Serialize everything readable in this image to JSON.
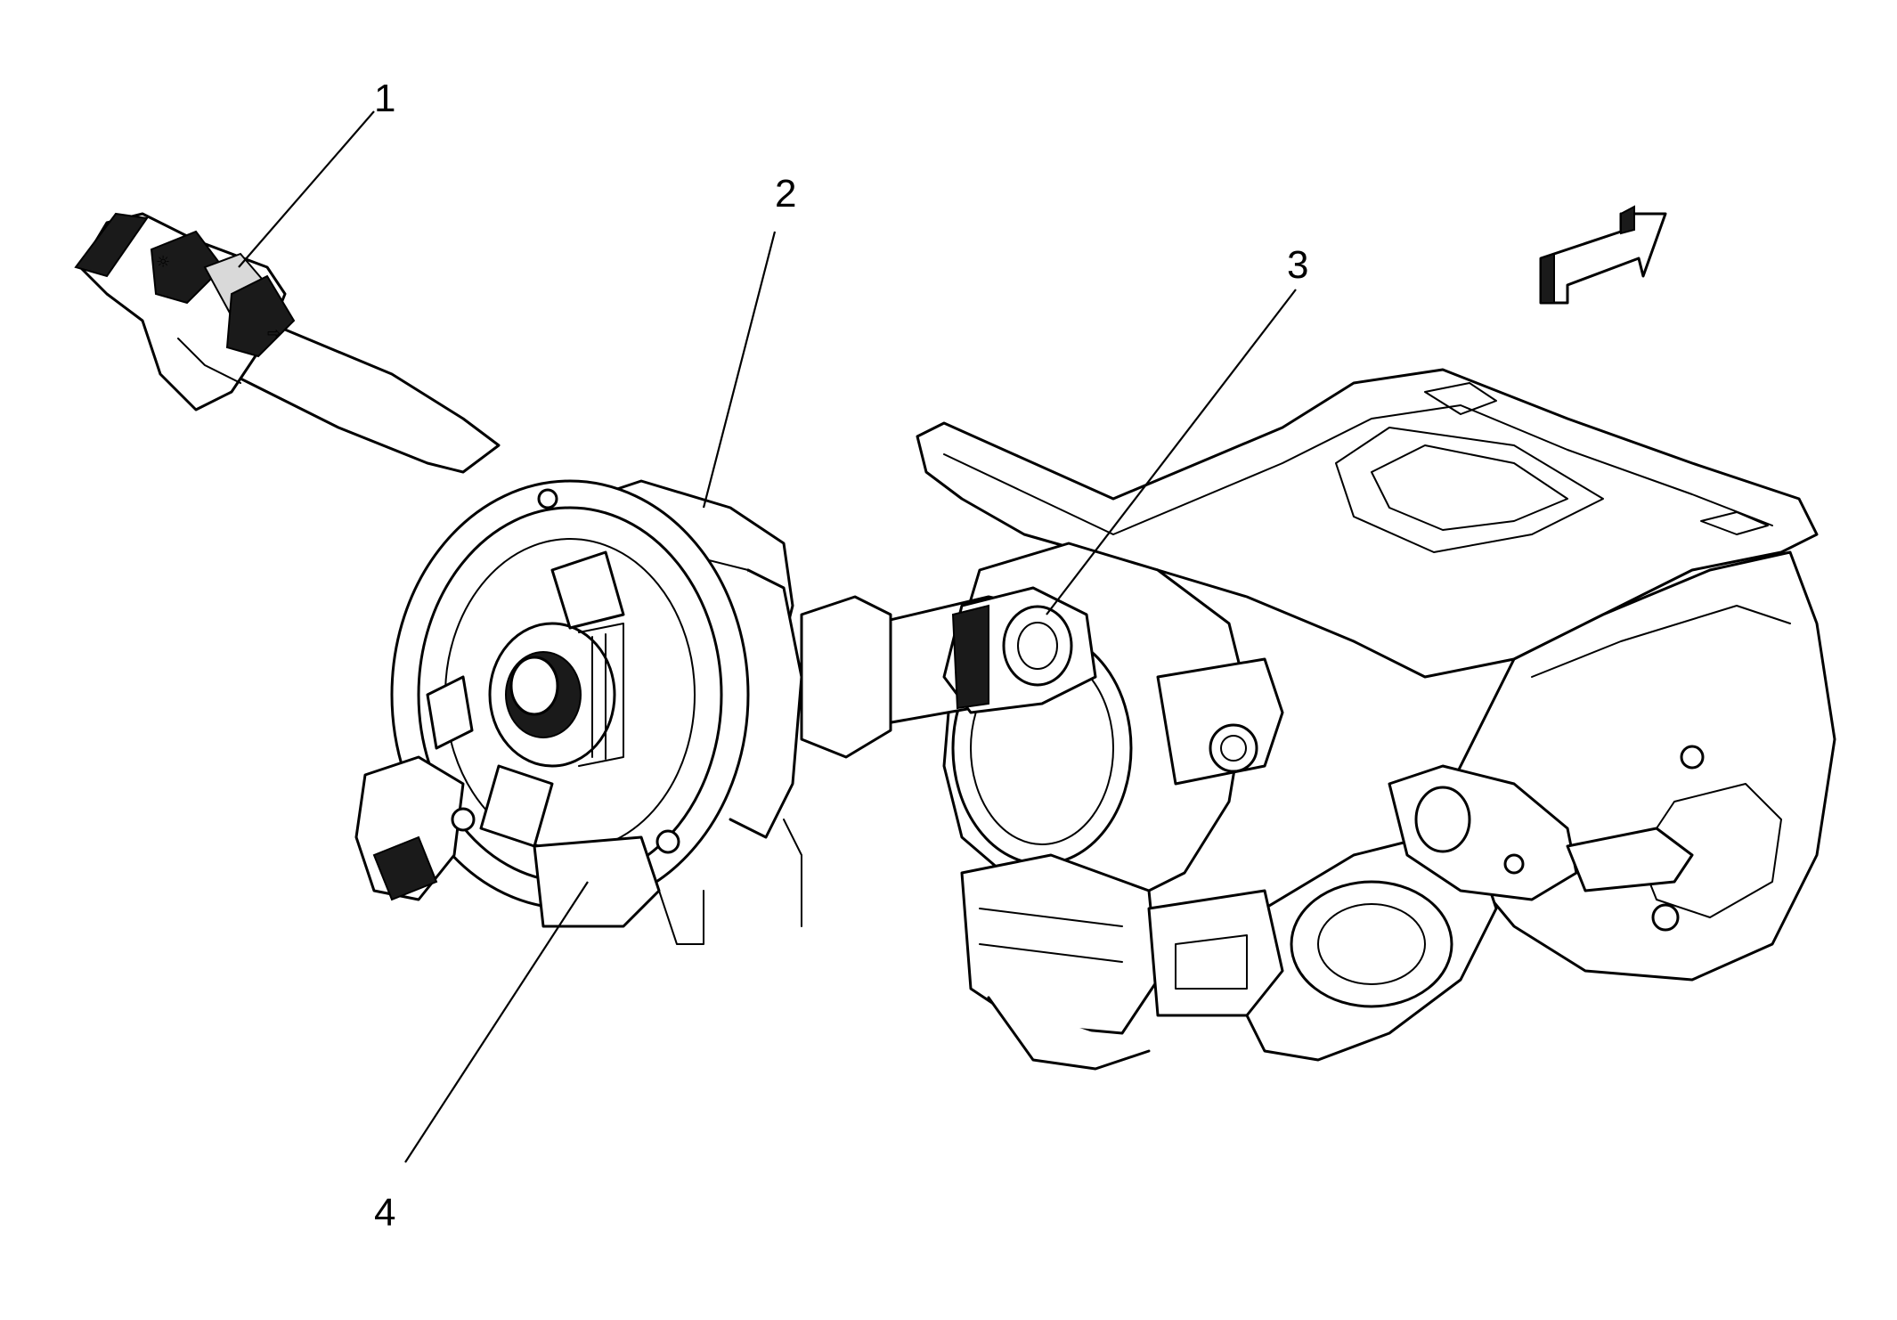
{
  "diagram": {
    "callouts": [
      {
        "id": "1",
        "label": "1"
      },
      {
        "id": "2",
        "label": "2"
      },
      {
        "id": "3",
        "label": "3"
      },
      {
        "id": "4",
        "label": "4"
      }
    ],
    "orientation_arrow": {
      "icon": "front-direction-arrow-icon"
    },
    "colors": {
      "line": "#000000",
      "background": "#ffffff",
      "shade": "#1a1a1a"
    }
  }
}
